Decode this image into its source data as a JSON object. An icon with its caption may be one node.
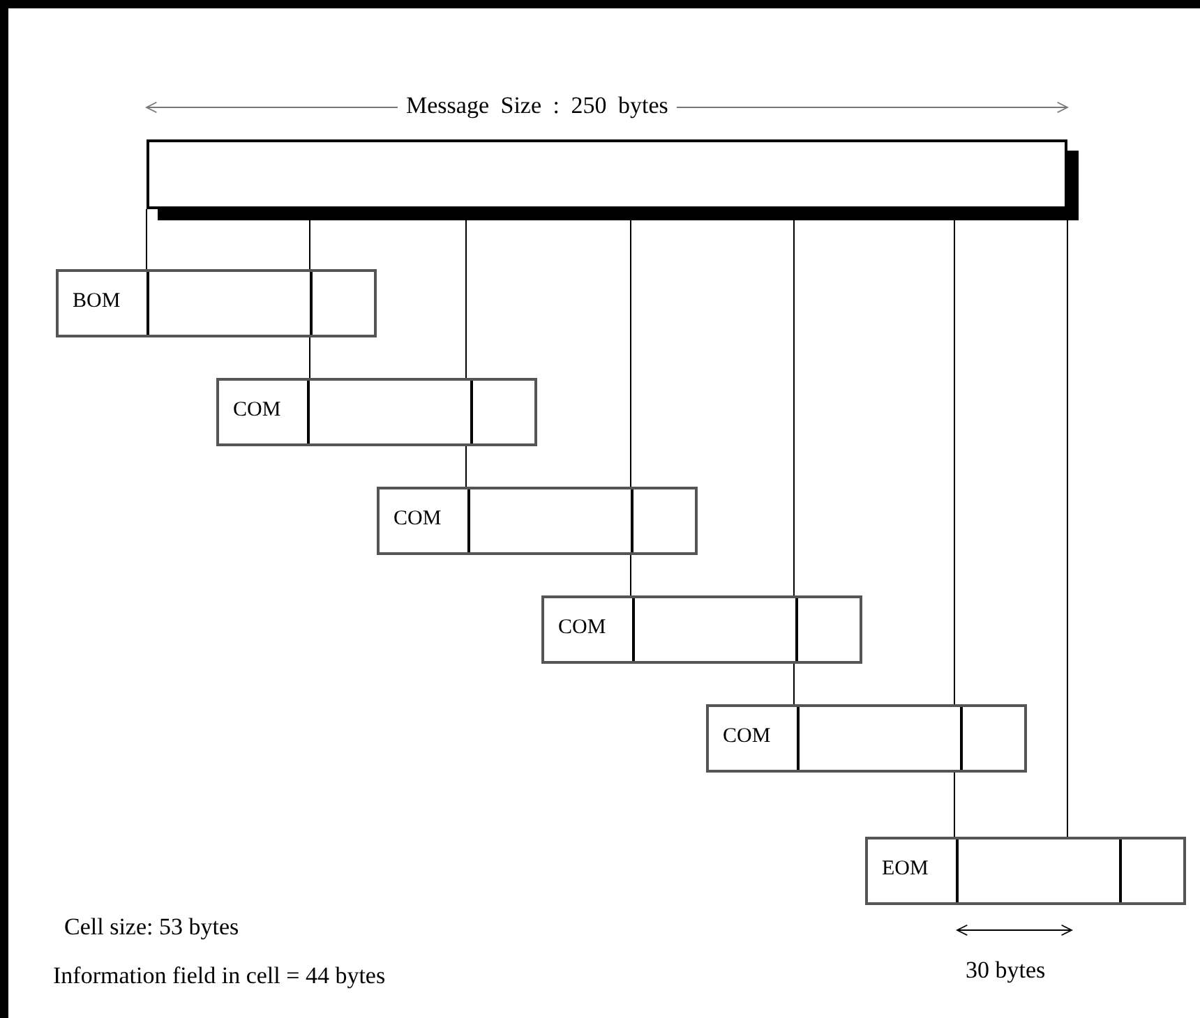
{
  "diagram": {
    "nodes": [
      {
        "text": [],
        "shape": "box",
        "beside": [
          "Message Size : 250 bytes"
        ]
      },
      {
        "text": [
          "BOM"
        ]
      },
      {
        "text": [
          "COM"
        ]
      },
      {
        "text": [
          "COM"
        ]
      },
      {
        "text": [
          "COM"
        ]
      },
      {
        "text": [
          "COM"
        ]
      },
      {
        "text": [
          "EOM"
        ]
      }
    ],
    "edges": [
      {
        "from": 0,
        "to": 1,
        "arrow": "none"
      },
      {
        "from": 0,
        "to": 1,
        "arrow": "none"
      },
      {
        "from": 1,
        "to": 2,
        "arrow": "none"
      },
      {
        "from": 0,
        "to": 2,
        "arrow": "none"
      },
      {
        "from": 2,
        "to": 3,
        "arrow": "none"
      },
      {
        "from": 0,
        "to": 3,
        "arrow": "none"
      },
      {
        "from": 3,
        "to": 4,
        "arrow": "none"
      },
      {
        "from": 0,
        "to": 4,
        "arrow": "none"
      },
      {
        "from": 4,
        "to": 5,
        "arrow": "none"
      },
      {
        "from": 0,
        "to": 5,
        "arrow": "none"
      },
      {
        "from": 5,
        "to": 6,
        "arrow": "none"
      },
      {
        "from": 0,
        "to": 6,
        "arrow": "none"
      }
    ],
    "labels": [
      "Cell size: 53 bytes",
      "Information field in cell = 44 bytes",
      "30 bytes"
    ]
  }
}
